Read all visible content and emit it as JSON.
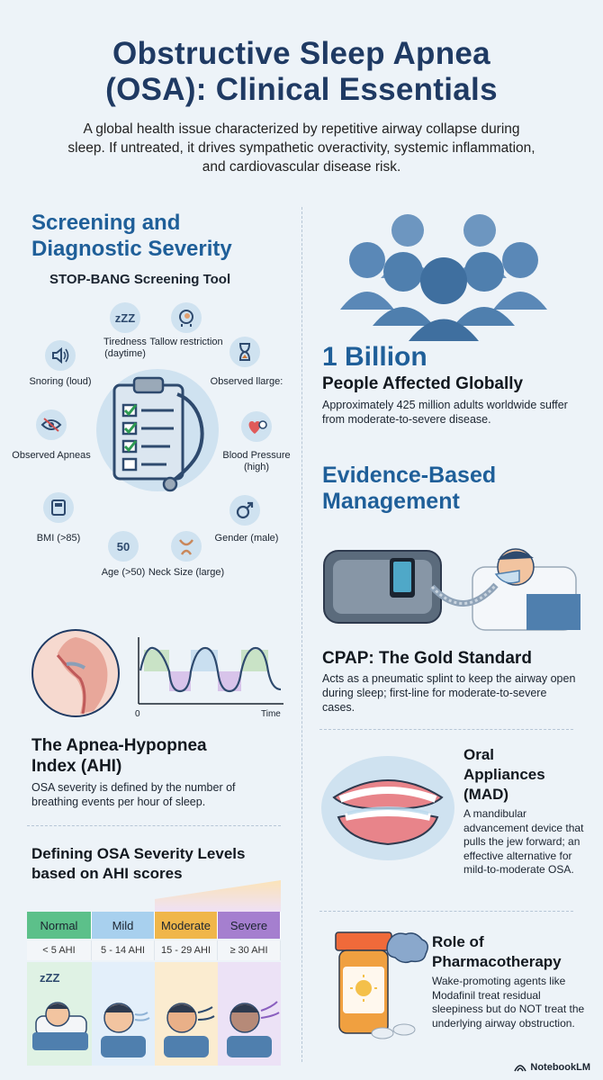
{
  "header": {
    "title_line1": "Obstructive Sleep Apnea",
    "title_line2": "(OSA): Clinical Essentials",
    "subtitle": "A global health issue characterized by repetitive airway collapse during sleep. If untreated, it drives sympathetic overactivity, systemic inflammation, and cardiovascular disease risk."
  },
  "screening": {
    "heading_line1": "Screening and",
    "heading_line2": "Diagnostic Severity",
    "tool_title": "STOP-BANG Screening Tool",
    "items": {
      "tiredness": "Tiredness (daytime)",
      "tallow": "Tallow restriction",
      "snoring": "Snoring (loud)",
      "observed_large": "Observed llarge:",
      "observed_apneas": "Observed Apneas",
      "blood_pressure": "Blood Pressure (high)",
      "bmi": "BMI (>85)",
      "age": "Age (>50)",
      "neck": "Neck Size (large)",
      "gender": "Gender (male)"
    },
    "age_icon_text": "50",
    "zzz": "zZZ"
  },
  "ahi": {
    "graph_origin": "0",
    "graph_time": "Time",
    "heading_line1": "The Apnea-Hypopnea",
    "heading_line2": "Index (AHI)",
    "text": "OSA severity is defined by the number of breathing events per hour of sleep."
  },
  "severity": {
    "heading_line1": "Defining OSA Severity Levels",
    "heading_line2": "based on AHI scores",
    "levels": [
      {
        "name": "Normal",
        "range": "< 5 AHI",
        "color": "#5cc08a"
      },
      {
        "name": "Mild",
        "range": "5 - 14 AHI",
        "color": "#a8d0ee"
      },
      {
        "name": "Moderate",
        "range": "15 - 29 AHI",
        "color": "#f0b64a"
      },
      {
        "name": "Severe",
        "range": "≥ 30 AHI",
        "color": "#a57fcf"
      }
    ]
  },
  "stat": {
    "number": "1 Billion",
    "label": "People Affected Globally",
    "text": "Approximately 425 million adults worldwide suffer from moderate-to-severe disease."
  },
  "management": {
    "heading_line1": "Evidence-Based",
    "heading_line2": "Management",
    "cpap_title": "CPAP: The Gold Standard",
    "cpap_text": "Acts as a pneumatic splint to keep the airway open during sleep; first-line for moderate-to-severe cases.",
    "oral_title_1": "Oral",
    "oral_title_2": "Appliances",
    "oral_title_3": "(MAD)",
    "oral_text": "A mandibular advancement device that pulls the jew forward; an effective alternative for mild-to-moderate OSA.",
    "pharma_title_1": "Role of",
    "pharma_title_2": "Pharmacotherapy",
    "pharma_text": "Wake-promoting agents like Modafinil treat residual sleepiness but do NOT treat the underlying airway obstruction."
  },
  "footer": {
    "brand": "NotebookLM"
  },
  "colors": {
    "title": "#1f3a63",
    "accent": "#1f5f99",
    "people": "#4f7fae"
  }
}
